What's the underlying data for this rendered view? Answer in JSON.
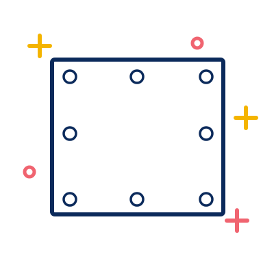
{
  "icon": {
    "name": "resize-handles-icon",
    "colors": {
      "frame": "#0b2a5b",
      "plus_yellow": "#f4b400",
      "accent_coral": "#f06470",
      "background": "#ffffff"
    },
    "handles": [
      {
        "name": "handle-top-left"
      },
      {
        "name": "handle-top-center"
      },
      {
        "name": "handle-top-right"
      },
      {
        "name": "handle-middle-left"
      },
      {
        "name": "handle-middle-right"
      },
      {
        "name": "handle-bottom-left"
      },
      {
        "name": "handle-bottom-center"
      },
      {
        "name": "handle-bottom-right"
      }
    ],
    "sparkles": [
      {
        "name": "sparkle-plus-top-left",
        "shape": "plus",
        "color": "#f4b400"
      },
      {
        "name": "sparkle-ring-top-right",
        "shape": "ring",
        "color": "#f06470"
      },
      {
        "name": "sparkle-plus-right",
        "shape": "plus",
        "color": "#f4b400"
      },
      {
        "name": "sparkle-ring-left",
        "shape": "ring",
        "color": "#f06470"
      },
      {
        "name": "sparkle-plus-bottom-right",
        "shape": "plus",
        "color": "#f06470"
      }
    ]
  }
}
